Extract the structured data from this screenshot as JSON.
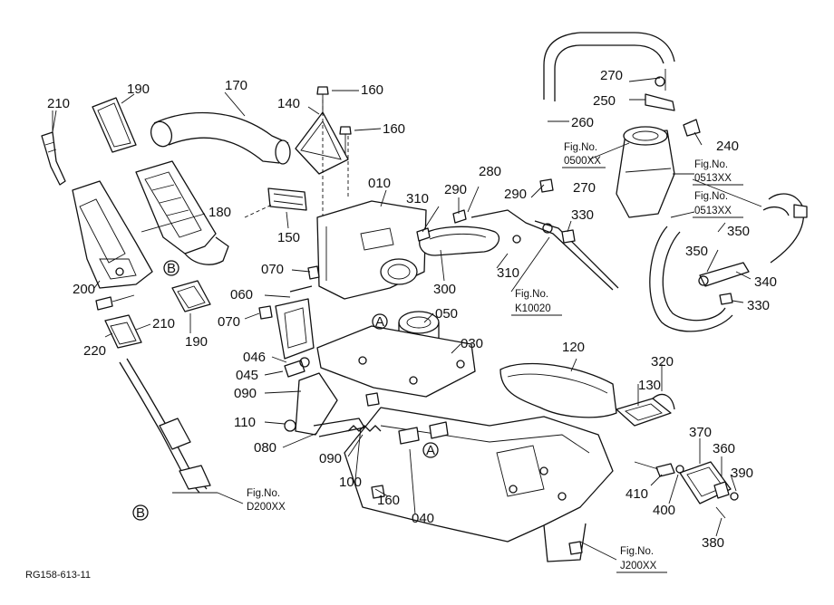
{
  "diagram": {
    "code": "RG158-613-11",
    "part_labels": [
      "210",
      "190",
      "170",
      "140",
      "160",
      "160",
      "010",
      "310",
      "290",
      "280",
      "290",
      "330",
      "270",
      "250",
      "260",
      "240",
      "270",
      "350",
      "350",
      "340",
      "330",
      "180",
      "150",
      "070",
      "060",
      "070",
      "300",
      "310",
      "050",
      "030",
      "120",
      "320",
      "130",
      "200",
      "210",
      "190",
      "220",
      "046",
      "045",
      "090",
      "110",
      "080",
      "090",
      "100",
      "160",
      "040",
      "370",
      "360",
      "390",
      "410",
      "400",
      "380"
    ],
    "callouts": [
      "A",
      "A",
      "B",
      "B"
    ],
    "figure_refs": [
      {
        "line1": "Fig.No.",
        "line2": "0500XX"
      },
      {
        "line1": "Fig.No.",
        "line2": "0513XX"
      },
      {
        "line1": "Fig.No.",
        "line2": "0513XX"
      },
      {
        "line1": "Fig.No.",
        "line2": "K10020"
      },
      {
        "line1": "Fig.No.",
        "line2": "D200XX"
      },
      {
        "line1": "Fig.No.",
        "line2": "J200XX"
      }
    ]
  }
}
